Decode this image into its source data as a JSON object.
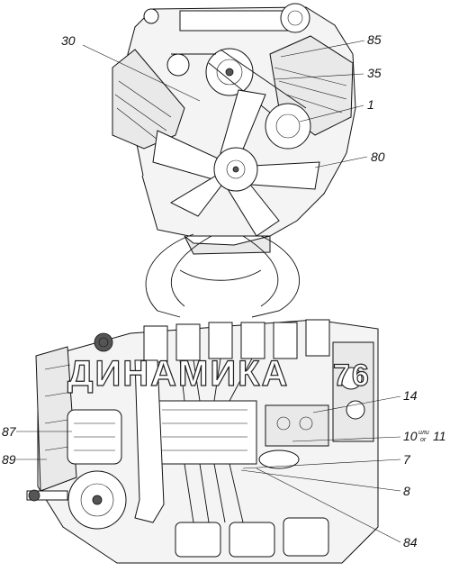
{
  "callouts": {
    "c30": "30",
    "c85": "85",
    "c35": "35",
    "c1": "1",
    "c80": "80",
    "c14": "14",
    "c87": "87",
    "c10": "10",
    "c10_ili": "или",
    "c10_or": "or",
    "c11": "11",
    "c89": "89",
    "c7": "7",
    "c8": "8",
    "c84": "84"
  },
  "watermark": {
    "text": "ДИНАМИКА",
    "number": "76"
  }
}
